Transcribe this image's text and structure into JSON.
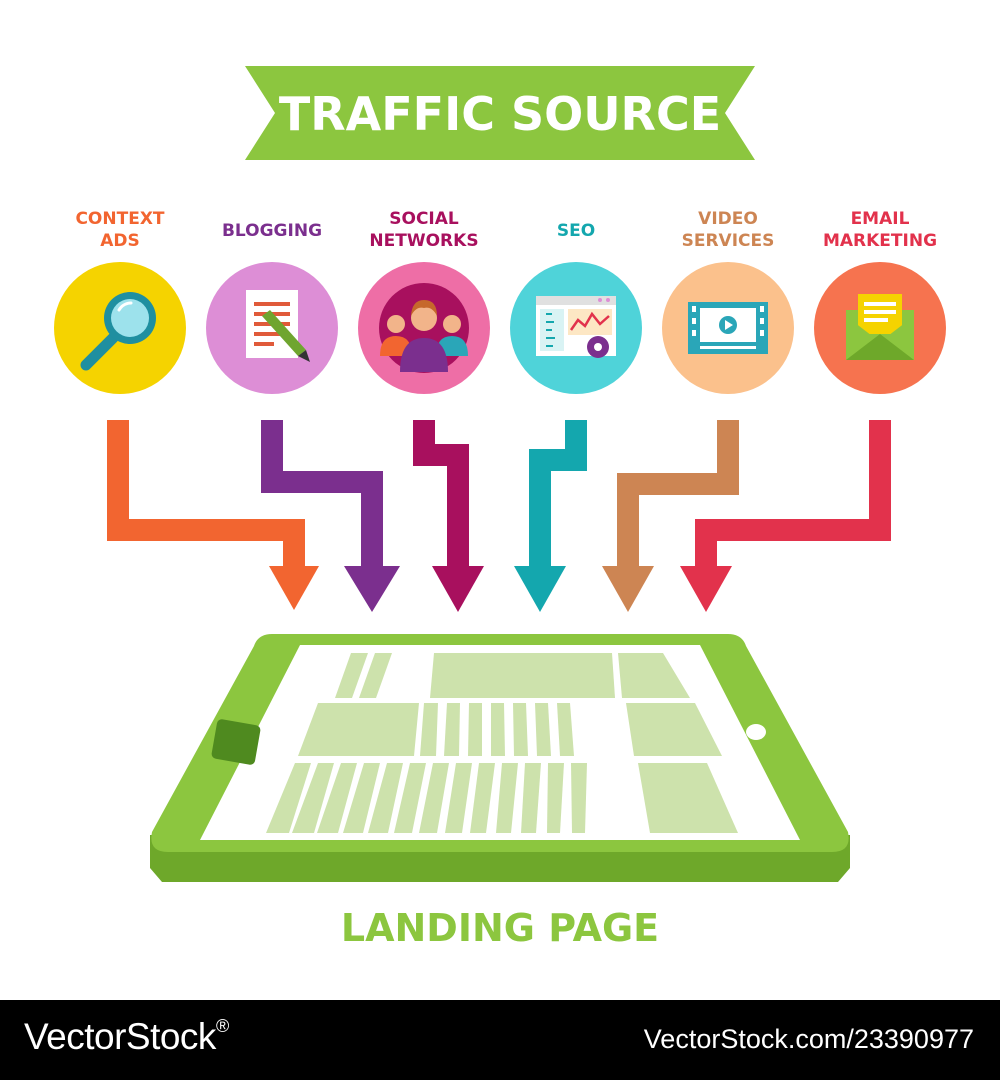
{
  "title": "TRAFFIC SOURCE",
  "sources": [
    {
      "line1": "CONTEXT",
      "line2": "ADS",
      "icon": "magnifier-icon",
      "label_color": "#f26530",
      "circle_color": "#f5d300",
      "arrow_color": "#f26530"
    },
    {
      "line1": "BLOGGING",
      "line2": "",
      "icon": "blog-document-pencil-icon",
      "label_color": "#7b2f8e",
      "circle_color": "#dd8ed6",
      "arrow_color": "#7b2f8e"
    },
    {
      "line1": "SOCIAL",
      "line2": "NETWORKS",
      "icon": "people-group-icon",
      "label_color": "#a8105e",
      "circle_color": "#ee6ea6",
      "arrow_color": "#a8105e"
    },
    {
      "line1": "SEO",
      "line2": "",
      "icon": "seo-browser-chart-icon",
      "label_color": "#14a7ae",
      "circle_color": "#4fd3d9",
      "arrow_color": "#14a7ae"
    },
    {
      "line1": "VIDEO",
      "line2": "SERVICES",
      "icon": "video-player-icon",
      "label_color": "#cd8553",
      "circle_color": "#fbc18c",
      "arrow_color": "#cd8553"
    },
    {
      "line1": "EMAIL",
      "line2": "MARKETING",
      "icon": "envelope-letter-icon",
      "label_color": "#e2324c",
      "circle_color": "#f6734f",
      "arrow_color": "#e2324c"
    }
  ],
  "target_label": "LANDING PAGE",
  "colors": {
    "green": "#8cc63f",
    "green_dark": "#6ea82a",
    "screen": "#ffffff",
    "blocks": "#cde2ac"
  },
  "watermark": {
    "logo": "VectorStock",
    "registered": "®",
    "image_id": "VectorStock.com/23390977"
  }
}
